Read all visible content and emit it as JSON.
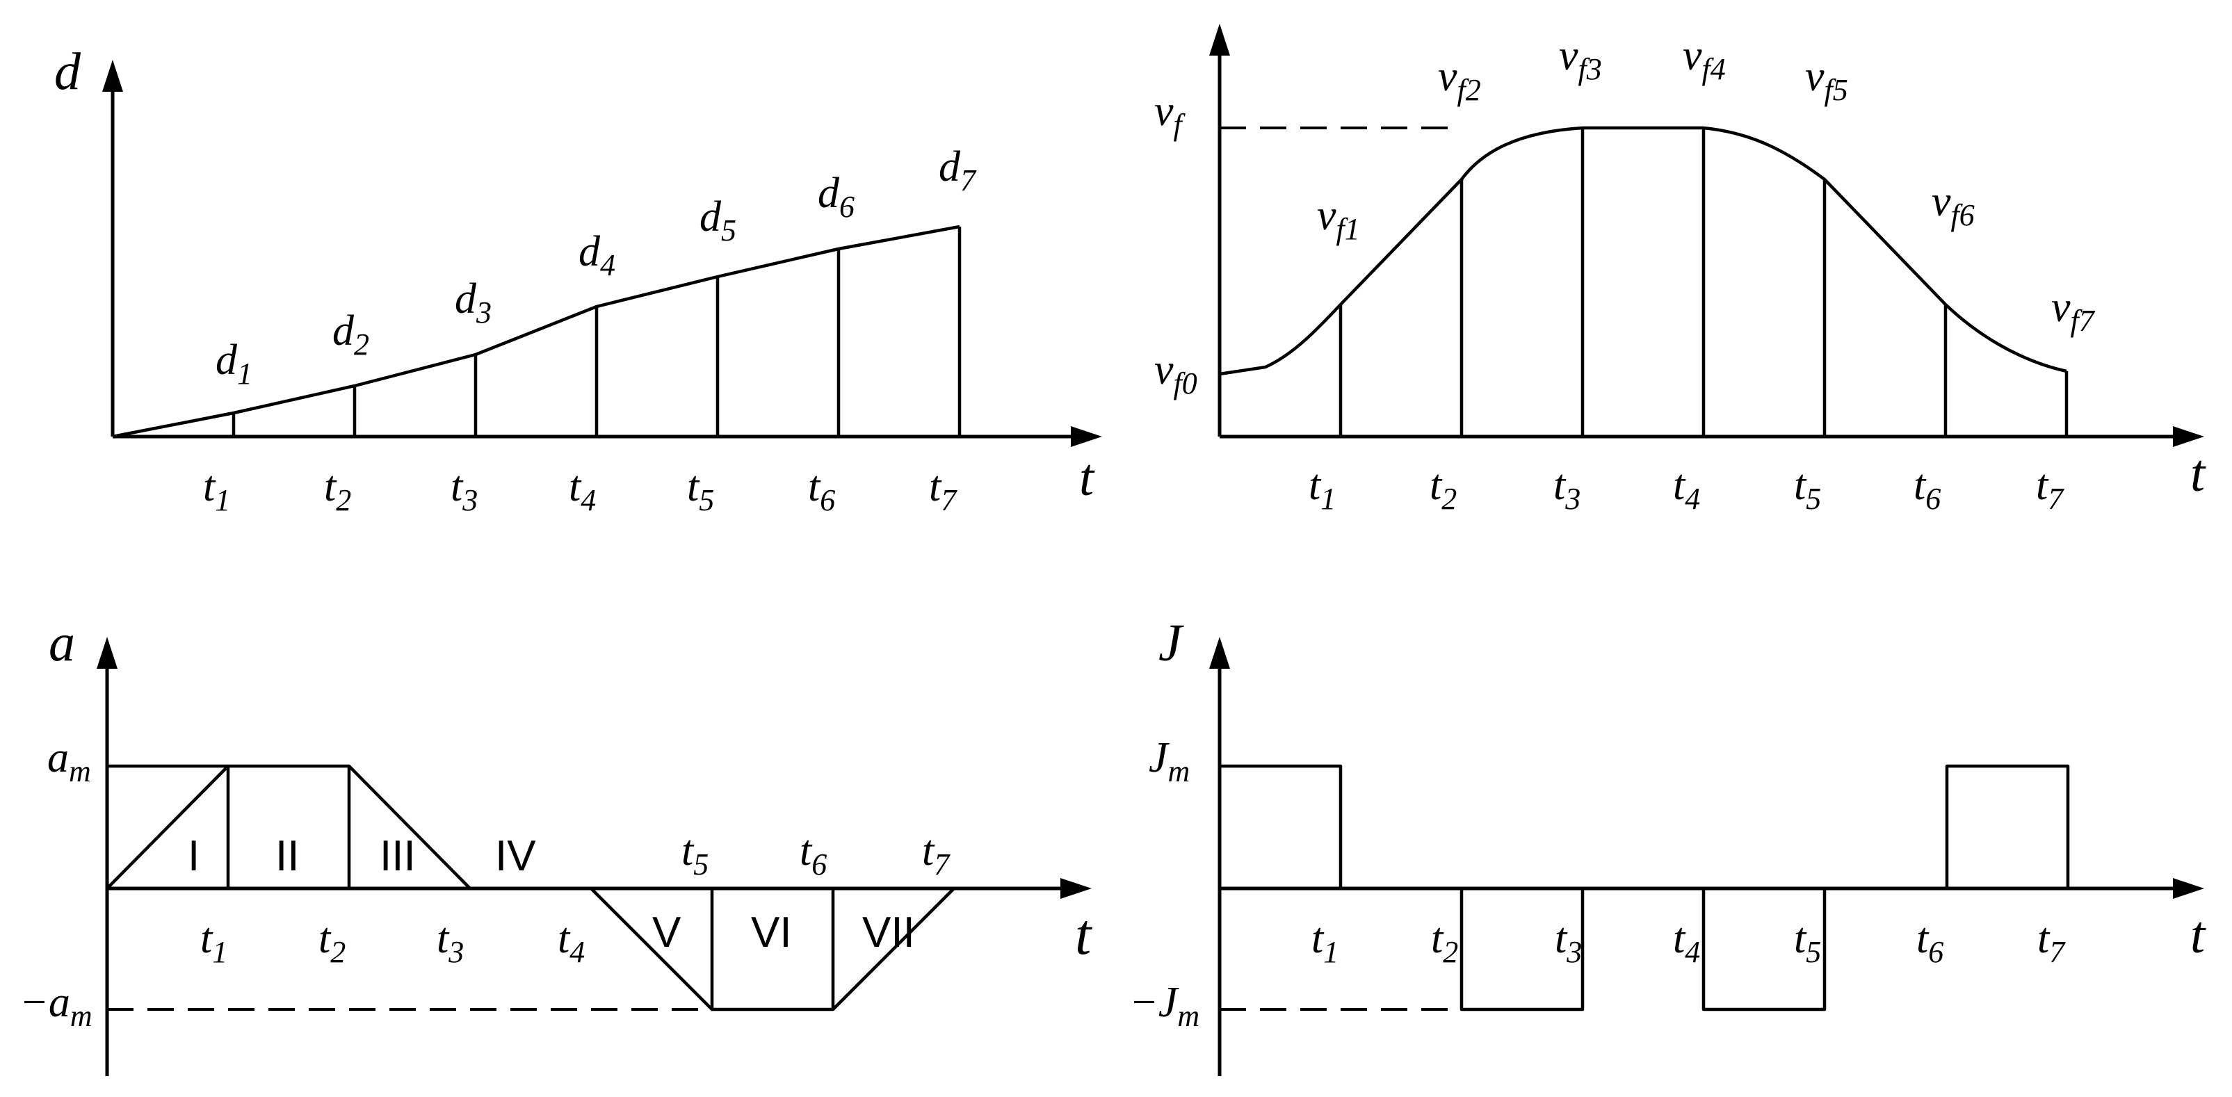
{
  "panels": {
    "distance": {
      "y_axis_label": "d",
      "x_axis_label": "t",
      "x_ticks": [
        {
          "base": "t",
          "sub": "1"
        },
        {
          "base": "t",
          "sub": "2"
        },
        {
          "base": "t",
          "sub": "3"
        },
        {
          "base": "t",
          "sub": "4"
        },
        {
          "base": "t",
          "sub": "5"
        },
        {
          "base": "t",
          "sub": "6"
        },
        {
          "base": "t",
          "sub": "7"
        }
      ],
      "point_labels": [
        {
          "base": "d",
          "sub": "1"
        },
        {
          "base": "d",
          "sub": "2"
        },
        {
          "base": "d",
          "sub": "3"
        },
        {
          "base": "d",
          "sub": "4"
        },
        {
          "base": "d",
          "sub": "5"
        },
        {
          "base": "d",
          "sub": "6"
        },
        {
          "base": "d",
          "sub": "7"
        }
      ]
    },
    "velocity": {
      "x_axis_label": "t",
      "y_labels": {
        "top": {
          "base": "v",
          "sub": "f"
        },
        "bottom": {
          "base": "v",
          "sub": "f0"
        }
      },
      "x_ticks": [
        {
          "base": "t",
          "sub": "1"
        },
        {
          "base": "t",
          "sub": "2"
        },
        {
          "base": "t",
          "sub": "3"
        },
        {
          "base": "t",
          "sub": "4"
        },
        {
          "base": "t",
          "sub": "5"
        },
        {
          "base": "t",
          "sub": "6"
        },
        {
          "base": "t",
          "sub": "7"
        }
      ],
      "point_labels": [
        {
          "base": "v",
          "sub": "f1"
        },
        {
          "base": "v",
          "sub": "f2"
        },
        {
          "base": "v",
          "sub": "f3"
        },
        {
          "base": "v",
          "sub": "f4"
        },
        {
          "base": "v",
          "sub": "f5"
        },
        {
          "base": "v",
          "sub": "f6"
        },
        {
          "base": "v",
          "sub": "f7"
        }
      ]
    },
    "acceleration": {
      "y_axis_label": "a",
      "x_axis_label": "t",
      "y_labels": {
        "top": {
          "base": "a",
          "sub": "m"
        },
        "bottom": {
          "base": "−a",
          "sub": "m"
        }
      },
      "x_ticks": [
        {
          "base": "t",
          "sub": "1"
        },
        {
          "base": "t",
          "sub": "2"
        },
        {
          "base": "t",
          "sub": "3"
        },
        {
          "base": "t",
          "sub": "4"
        },
        {
          "base": "t",
          "sub": "5"
        },
        {
          "base": "t",
          "sub": "6"
        },
        {
          "base": "t",
          "sub": "7"
        }
      ],
      "phase_labels": [
        "I",
        "II",
        "III",
        "IV",
        "V",
        "VI",
        "VII"
      ]
    },
    "jerk": {
      "y_axis_label": "J",
      "x_axis_label": "t",
      "y_labels": {
        "top": {
          "base": "J",
          "sub": "m"
        },
        "bottom": {
          "base": "−J",
          "sub": "m"
        }
      },
      "x_ticks": [
        {
          "base": "t",
          "sub": "1"
        },
        {
          "base": "t",
          "sub": "2"
        },
        {
          "base": "t",
          "sub": "3"
        },
        {
          "base": "t",
          "sub": "4"
        },
        {
          "base": "t",
          "sub": "5"
        },
        {
          "base": "t",
          "sub": "6"
        },
        {
          "base": "t",
          "sub": "7"
        }
      ]
    }
  }
}
